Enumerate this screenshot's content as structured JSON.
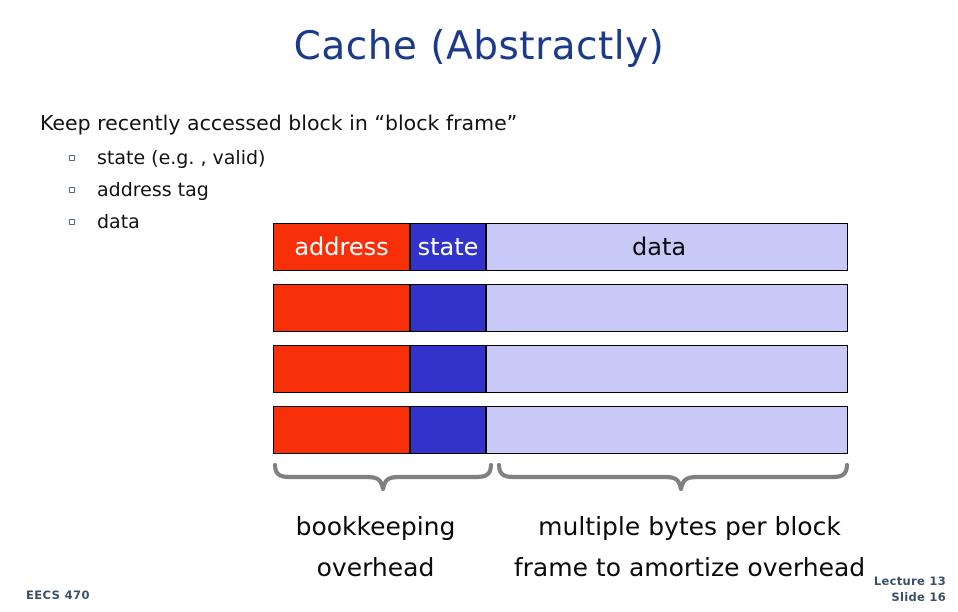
{
  "slide": {
    "title": "Cache (Abstractly)",
    "title_color": "#1B3A8C"
  },
  "body": {
    "lead": "Keep recently accessed block in “block frame”",
    "bullets": [
      {
        "label": "state (e.g. , valid)"
      },
      {
        "label": "address tag"
      },
      {
        "label": "data"
      }
    ]
  },
  "diagram": {
    "header": {
      "address": "address",
      "state": "state",
      "data": "data"
    },
    "colors": {
      "address": "#F8300A",
      "state": "#3333CC",
      "data": "#C9C9F7",
      "brace": "#808080",
      "border": "#000000"
    },
    "row_count": 4,
    "braces": [
      {
        "name": "bookkeeping",
        "caption_line1": "bookkeeping",
        "caption_line2": "overhead"
      },
      {
        "name": "data",
        "caption_line1": "multiple bytes per block",
        "caption_line2": "frame to amortize overhead"
      }
    ]
  },
  "footer": {
    "course": "EECS  470",
    "lecture": "Lecture 13",
    "slide_number": "Slide 16"
  }
}
